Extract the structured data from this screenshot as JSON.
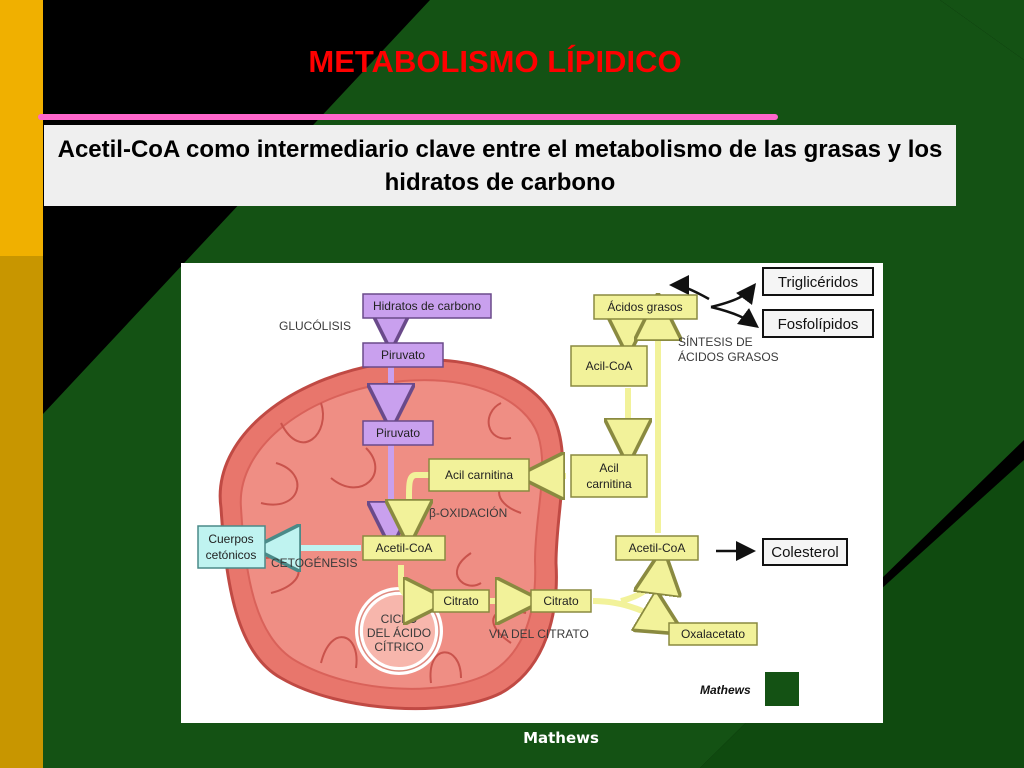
{
  "slide": {
    "title": "METABOLISMO LÍPIDICO",
    "subtitle": "Acetil-CoA como intermediario clave entre el metabolismo de las grasas y los hidratos de carbono",
    "credit": "Mathews"
  },
  "diagram": {
    "nodes": {
      "hidratos": "Hidratos de carbono",
      "piruvato_1": "Piruvato",
      "piruvato_2": "Piruvato",
      "acetil_coa_mito": "Acetil-CoA",
      "cuerpos_1": "Cuerpos",
      "cuerpos_2": "cetónicos",
      "acil_carnitina_mito": "Acil carnitina",
      "citrato_1": "Citrato",
      "citrato_2": "Citrato",
      "oxalacetato": "Oxalacetato",
      "acetil_coa_cyto": "Acetil-CoA",
      "acil_carnitina_cyto_1": "Acil",
      "acil_carnitina_cyto_2": "carnitina",
      "acil_coa": "Acil-CoA",
      "acidos_grasos": "Ácidos grasos",
      "trigliceridos": "Triglicéridos",
      "fosfolipidos": "Fosfolípidos",
      "colesterol": "Colesterol"
    },
    "labels": {
      "glucolisis": "GLUCÓLISIS",
      "beta_oxidacion": "β-OXIDACIÓN",
      "cetogenesis": "CETOGÉNESIS",
      "ciclo_1": "CICLO",
      "ciclo_2": "DEL ÁCIDO",
      "ciclo_3": "CÍTRICO",
      "via_citrato": "VIA DEL CITRATO",
      "sintesis_1": "SÍNTESIS DE",
      "sintesis_2": "ÁCIDOS GRASOS",
      "figure_credit": "Mathews"
    }
  }
}
